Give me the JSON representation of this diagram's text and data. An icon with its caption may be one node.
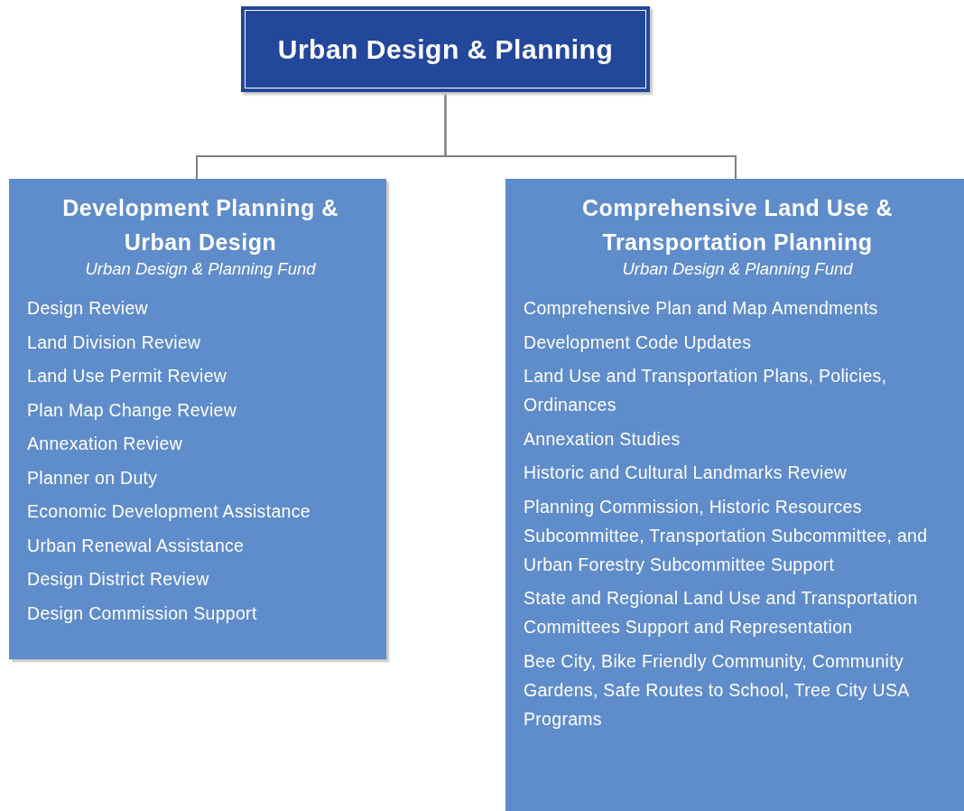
{
  "diagram": {
    "nodes": [
      {
        "text": [
          "Urban Design & Planning"
        ]
      },
      {
        "text": [
          "Development Planning & Urban Design",
          "Urban Design & Planning Fund",
          "Design Review",
          "Land Division Review",
          "Land Use Permit Review",
          "Plan Map Change Review",
          "Annexation Review",
          "Planner on Duty",
          "Economic Development Assistance",
          "Urban Renewal Assistance",
          "Design District Review",
          "Design Commission Support"
        ]
      },
      {
        "text": [
          "Comprehensive Land Use & Transportation Planning",
          "Urban Design & Planning Fund",
          "Comprehensive Plan and Map Amendments",
          "Development Code Updates",
          "Land Use and Transportation Plans, Policies, Ordinances",
          "Annexation Studies",
          "Historic and Cultural Landmarks Review",
          "Planning Commission, Historic Resources Subcommittee, Transportation Subcommittee, and Urban Forestry Subcommittee Support",
          "State and Regional Land Use and Transportation Committees Support and Representation",
          "Bee City, Bike Friendly Community, Community Gardens, Safe Routes to School, Tree City USA Programs"
        ]
      }
    ],
    "edges": [
      {
        "from": 0,
        "to": 1,
        "arrow": "none"
      },
      {
        "from": 0,
        "to": 2,
        "arrow": "none"
      }
    ]
  }
}
